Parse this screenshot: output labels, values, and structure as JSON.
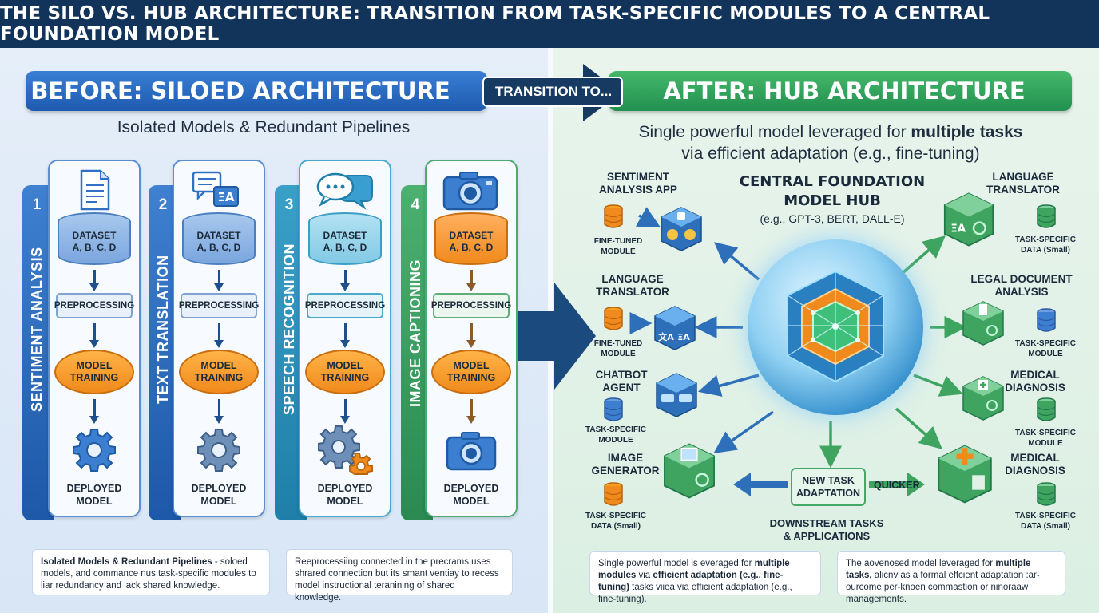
{
  "title": "THE SILO VS. HUB ARCHITECTURE: TRANSITION FROM TASK-SPECIFIC MODULES TO A CENTRAL FOUNDATION MODEL",
  "before": {
    "banner": "BEFORE: SILOED ARCHITECTURE",
    "subtitle": "Isolated Models & Redundant Pipelines",
    "columns": [
      {
        "num": "1",
        "label": "SENTIMENT ANALYSIS",
        "dataset_line1": "DATASET",
        "dataset_line2": "A, B, C, D",
        "preprocessing": "PREPROCESSING",
        "training_line1": "MODEL",
        "training_line2": "TRAINING",
        "deployed_line1": "DEPLOYED",
        "deployed_line2": "MODEL",
        "icon": "document-icon",
        "color": "#2f6fc4"
      },
      {
        "num": "2",
        "label": "TEXT TRANSLATION",
        "dataset_line1": "DATASET",
        "dataset_line2": "A, B, C, D",
        "preprocessing": "PREPROCESSING",
        "training_line1": "MODEL",
        "training_line2": "TRAINING",
        "deployed_line1": "DEPLOYED",
        "deployed_line2": "MODEL",
        "icon": "translate-chat-icon",
        "color": "#2f6fc4"
      },
      {
        "num": "3",
        "label": "SPEECH RECOGNITION",
        "dataset_line1": "DATASET",
        "dataset_line2": "A, B, C, D",
        "preprocessing": "PREPROCESSING",
        "training_line1": "MODEL",
        "training_line2": "TRAINING",
        "deployed_line1": "DEPLOYED",
        "deployed_line2": "MODEL",
        "icon": "speech-bubbles-icon",
        "color": "#2c8fb0"
      },
      {
        "num": "4",
        "label": "IMAGE CAPTIONING",
        "dataset_line1": "DATASET",
        "dataset_line2": "A, B, C, D",
        "preprocessing": "PREPROCESSING",
        "training_line1": "MODEL",
        "training_line2": "TRAINING",
        "deployed_line1": "DEPLOYED",
        "deployed_line2": "MODEL",
        "icon": "camera-icon",
        "color": "#3e9e62"
      }
    ],
    "note1_bold": "Isolated Models & Redundant Pipelines",
    "note1_rest": " - soloed models, and commance nus task-specific modules to liar redundancy and lack shared knowledge.",
    "note2": "Reeprocessiing connected in the precrams uses shrared connection but its smant ventiay to recess model instructional teranining of shared knowledge."
  },
  "transition": "TRANSITION TO...",
  "after": {
    "banner": "AFTER: HUB ARCHITECTURE",
    "subtitle_pre": "Single powerful model leveraged for ",
    "subtitle_bold": "multiple tasks",
    "subtitle_line2": "via efficient adaptation (e.g., fine-tuning)",
    "hub_title_line1": "CENTRAL FOUNDATION",
    "hub_title_line2": "MODEL HUB",
    "hub_examples": "(e.g., GPT-3, BERT, DALL-E)",
    "nodes": {
      "sentiment": {
        "line1": "SENTIMENT",
        "line2": "ANALYSIS APP",
        "sub1": "FINE-TUNED",
        "sub2": "MODULE"
      },
      "translator_left": {
        "line1": "LANGUAGE",
        "line2": "TRANSLATOR",
        "sub1": "FINE-TUNED",
        "sub2": "MODULE"
      },
      "chatbot": {
        "line1": "CHATBOT",
        "line2": "AGENT",
        "sub1": "TASK-SPECIFIC",
        "sub2": "MODULE"
      },
      "image_gen": {
        "line1": "IMAGE",
        "line2": "GENERATOR",
        "sub1": "TASK-SPECIFIC",
        "sub2": "DATA (Small)"
      },
      "translator_right": {
        "line1": "LANGUAGE",
        "line2": "TRANSLATOR",
        "sub1": "TASK-SPECIFIC",
        "sub2": "DATA (Small)"
      },
      "legal": {
        "line1": "LEGAL DOCUMENT",
        "line2": "ANALYSIS",
        "sub1": "TASK-SPECIFIC",
        "sub2": "MODULE"
      },
      "medical1": {
        "line1": "MEDICAL",
        "line2": "DIAGNOSIS",
        "sub1": "TASK-SPECIFIC",
        "sub2": "MODULE"
      },
      "medical2": {
        "line1": "MEDICAL",
        "line2": "DIAGNOSIS",
        "sub1": "TASK-SPECIFIC",
        "sub2": "DATA (Small)"
      }
    },
    "adapt_line1": "NEW TASK",
    "adapt_line2": "ADAPTATION",
    "quicker": "QUICKER",
    "downstream_line1": "DOWNSTREAM TASKS",
    "downstream_line2": "& APPLICATIONS",
    "note3_a": "Single powerful model is everaged for ",
    "note3_b": "multiple modules",
    "note3_c": " via ",
    "note3_d": "efficient adaptation (e.g., fine-tuning)",
    "note3_e": " tasks viiea via efficient adaptation (e.g., fine-tuning).",
    "note4_a": "The aovenosed model leveraged for ",
    "note4_b": "multiple tasks,",
    "note4_c": " alicnv as a formal effcient adaptation :ar-ourcome per-knoen commastion or ninoraaw managements."
  },
  "colors": {
    "title_bg": "#12345a",
    "before_blue": "#1d5ab0",
    "after_green": "#229050",
    "training_orange": "#f08a1c"
  }
}
